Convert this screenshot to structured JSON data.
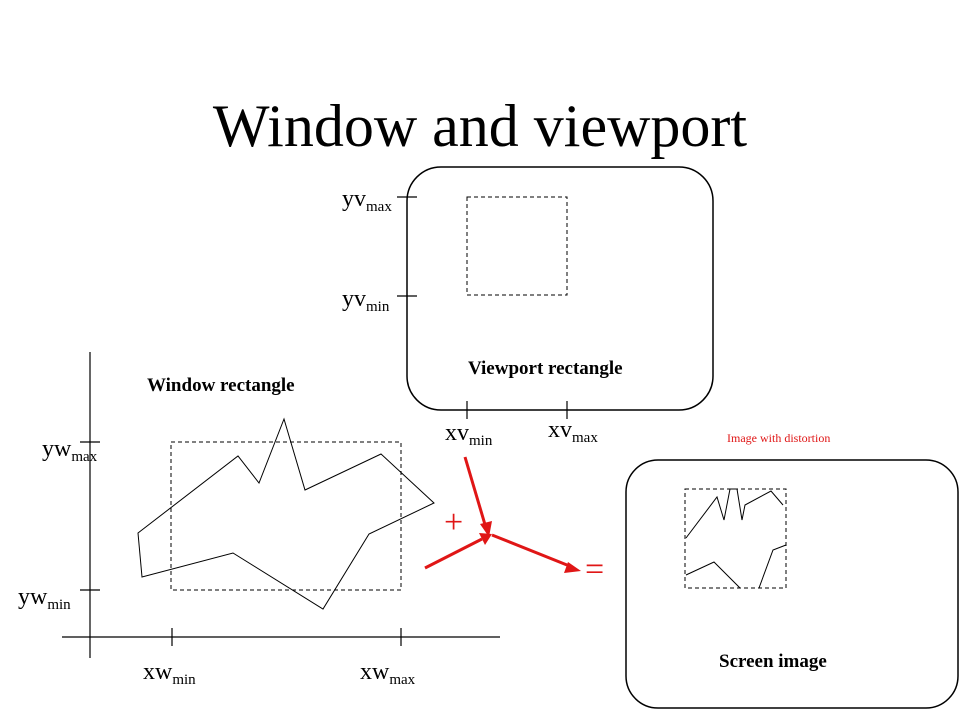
{
  "slide": {
    "title": "Window and viewport"
  },
  "viewport": {
    "caption": "Viewport rectangle",
    "yv_max": {
      "base": "yv",
      "sub": "max"
    },
    "yv_min": {
      "base": "yv",
      "sub": "min"
    },
    "xv_min": {
      "base": "xv",
      "sub": "min"
    },
    "xv_max": {
      "base": "xv",
      "sub": "max"
    }
  },
  "window": {
    "caption": "Window rectangle",
    "yw_max": {
      "base": "yw",
      "sub": "max"
    },
    "yw_min": {
      "base": "yw",
      "sub": "min"
    },
    "xw_min": {
      "base": "xw",
      "sub": "min"
    },
    "xw_max": {
      "base": "xw",
      "sub": "max"
    }
  },
  "operators": {
    "plus": "+",
    "equals": "="
  },
  "screen": {
    "caption": "Screen image",
    "note": "Image with distortion"
  },
  "colors": {
    "accent": "#e01616",
    "line": "#000000"
  }
}
